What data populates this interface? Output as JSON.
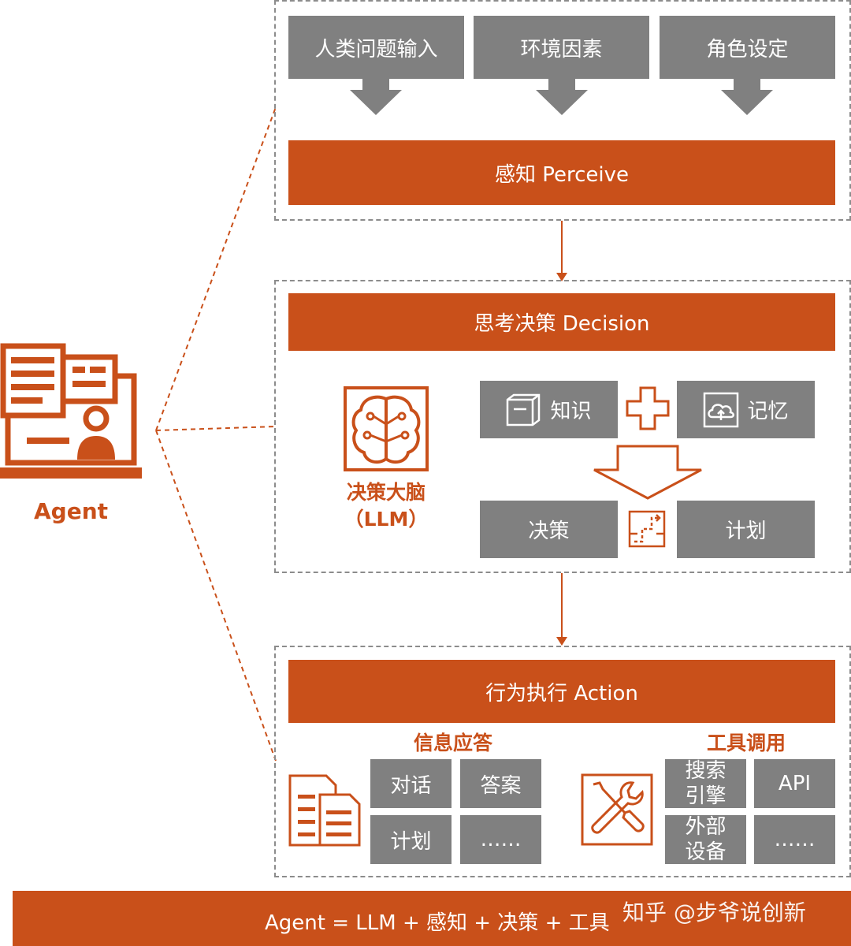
{
  "colors": {
    "accent": "#c9501a",
    "gray_box": "#808080",
    "dashed_border": "#8c8c8c",
    "white": "#ffffff"
  },
  "agent": {
    "label": "Agent",
    "icon": "agent-computer-icon"
  },
  "perceive": {
    "inputs": [
      "人类问题输入",
      "环境因素",
      "角色设定"
    ],
    "title": "感知 Perceive"
  },
  "decision": {
    "title": "思考决策 Decision",
    "brain_label_line1": "决策大脑",
    "brain_label_line2": "（LLM）",
    "knowledge": "知识",
    "memory": "记忆",
    "decide": "决策",
    "plan": "计划",
    "icons": [
      "brain-icon",
      "knowledge-cube-icon",
      "memory-cloud-icon",
      "plus-icon",
      "down-arrow-icon",
      "path-plan-icon"
    ]
  },
  "action": {
    "title": "行为执行 Action",
    "info_response": {
      "title": "信息应答",
      "items": [
        "对话",
        "答案",
        "计划",
        "……"
      ]
    },
    "tool_call": {
      "title": "工具调用",
      "items": [
        "搜索\n引擎",
        "API",
        "外部\n设备",
        "……"
      ]
    },
    "icons": [
      "document-icon",
      "tools-icon"
    ]
  },
  "footer": {
    "formula": "Agent = LLM + 感知 + 决策 + 工具",
    "watermark": "知乎 @步爷说创新"
  }
}
